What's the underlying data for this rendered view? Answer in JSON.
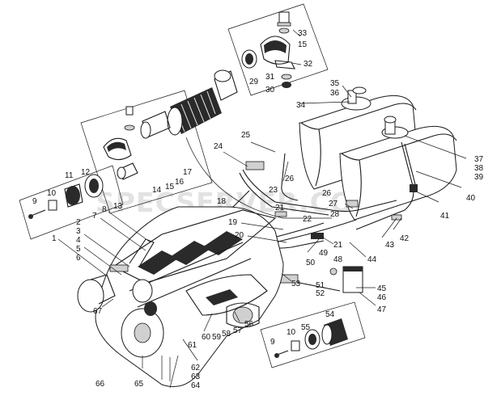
{
  "watermark": "SPECSERVER.COM",
  "callouts": [
    {
      "id": "c33",
      "text": "33"
    },
    {
      "id": "c15a",
      "text": "15"
    },
    {
      "id": "c32",
      "text": "32"
    },
    {
      "id": "c29",
      "text": "29"
    },
    {
      "id": "c31",
      "text": "31"
    },
    {
      "id": "c30",
      "text": "30"
    },
    {
      "id": "c35",
      "text": "35"
    },
    {
      "id": "c36",
      "text": "36"
    },
    {
      "id": "c34",
      "text": "34"
    },
    {
      "id": "c25",
      "text": "25"
    },
    {
      "id": "c24",
      "text": "24"
    },
    {
      "id": "c26a",
      "text": "26"
    },
    {
      "id": "c37",
      "text": "37"
    },
    {
      "id": "c38",
      "text": "38"
    },
    {
      "id": "c39",
      "text": "39"
    },
    {
      "id": "c40",
      "text": "40"
    },
    {
      "id": "c41",
      "text": "41"
    },
    {
      "id": "c26b",
      "text": "26"
    },
    {
      "id": "c27",
      "text": "27"
    },
    {
      "id": "c28",
      "text": "28"
    },
    {
      "id": "c23",
      "text": "23"
    },
    {
      "id": "c18",
      "text": "18"
    },
    {
      "id": "c22",
      "text": "22"
    },
    {
      "id": "c21a",
      "text": "21"
    },
    {
      "id": "c19",
      "text": "19"
    },
    {
      "id": "c20",
      "text": "20"
    },
    {
      "id": "c21b",
      "text": "21"
    },
    {
      "id": "c42",
      "text": "42"
    },
    {
      "id": "c43",
      "text": "43"
    },
    {
      "id": "c44",
      "text": "44"
    },
    {
      "id": "c49",
      "text": "49"
    },
    {
      "id": "c50",
      "text": "50"
    },
    {
      "id": "c48",
      "text": "48"
    },
    {
      "id": "c53",
      "text": "53"
    },
    {
      "id": "c51",
      "text": "51"
    },
    {
      "id": "c52",
      "text": "52"
    },
    {
      "id": "c45",
      "text": "45"
    },
    {
      "id": "c46",
      "text": "46"
    },
    {
      "id": "c47",
      "text": "47"
    },
    {
      "id": "c54",
      "text": "54"
    },
    {
      "id": "c55",
      "text": "55"
    },
    {
      "id": "c10b",
      "text": "10"
    },
    {
      "id": "c9b",
      "text": "9"
    },
    {
      "id": "c56",
      "text": "56"
    },
    {
      "id": "c57",
      "text": "57"
    },
    {
      "id": "c58",
      "text": "58"
    },
    {
      "id": "c59",
      "text": "59"
    },
    {
      "id": "c60",
      "text": "60"
    },
    {
      "id": "c61",
      "text": "61"
    },
    {
      "id": "c62",
      "text": "62"
    },
    {
      "id": "c63",
      "text": "63"
    },
    {
      "id": "c64",
      "text": "64"
    },
    {
      "id": "c65",
      "text": "65"
    },
    {
      "id": "c66",
      "text": "66"
    },
    {
      "id": "c67",
      "text": "67"
    },
    {
      "id": "c1",
      "text": "1"
    },
    {
      "id": "c2",
      "text": "2"
    },
    {
      "id": "c3",
      "text": "3"
    },
    {
      "id": "c4",
      "text": "4"
    },
    {
      "id": "c5",
      "text": "5"
    },
    {
      "id": "c6",
      "text": "6"
    },
    {
      "id": "c7",
      "text": "7"
    },
    {
      "id": "c8",
      "text": "8"
    },
    {
      "id": "c9a",
      "text": "9"
    },
    {
      "id": "c10a",
      "text": "10"
    },
    {
      "id": "c11",
      "text": "11"
    },
    {
      "id": "c12",
      "text": "12"
    },
    {
      "id": "c13",
      "text": "13"
    },
    {
      "id": "c14",
      "text": "14"
    },
    {
      "id": "c15b",
      "text": "15"
    },
    {
      "id": "c16",
      "text": "16"
    },
    {
      "id": "c17",
      "text": "17"
    }
  ]
}
